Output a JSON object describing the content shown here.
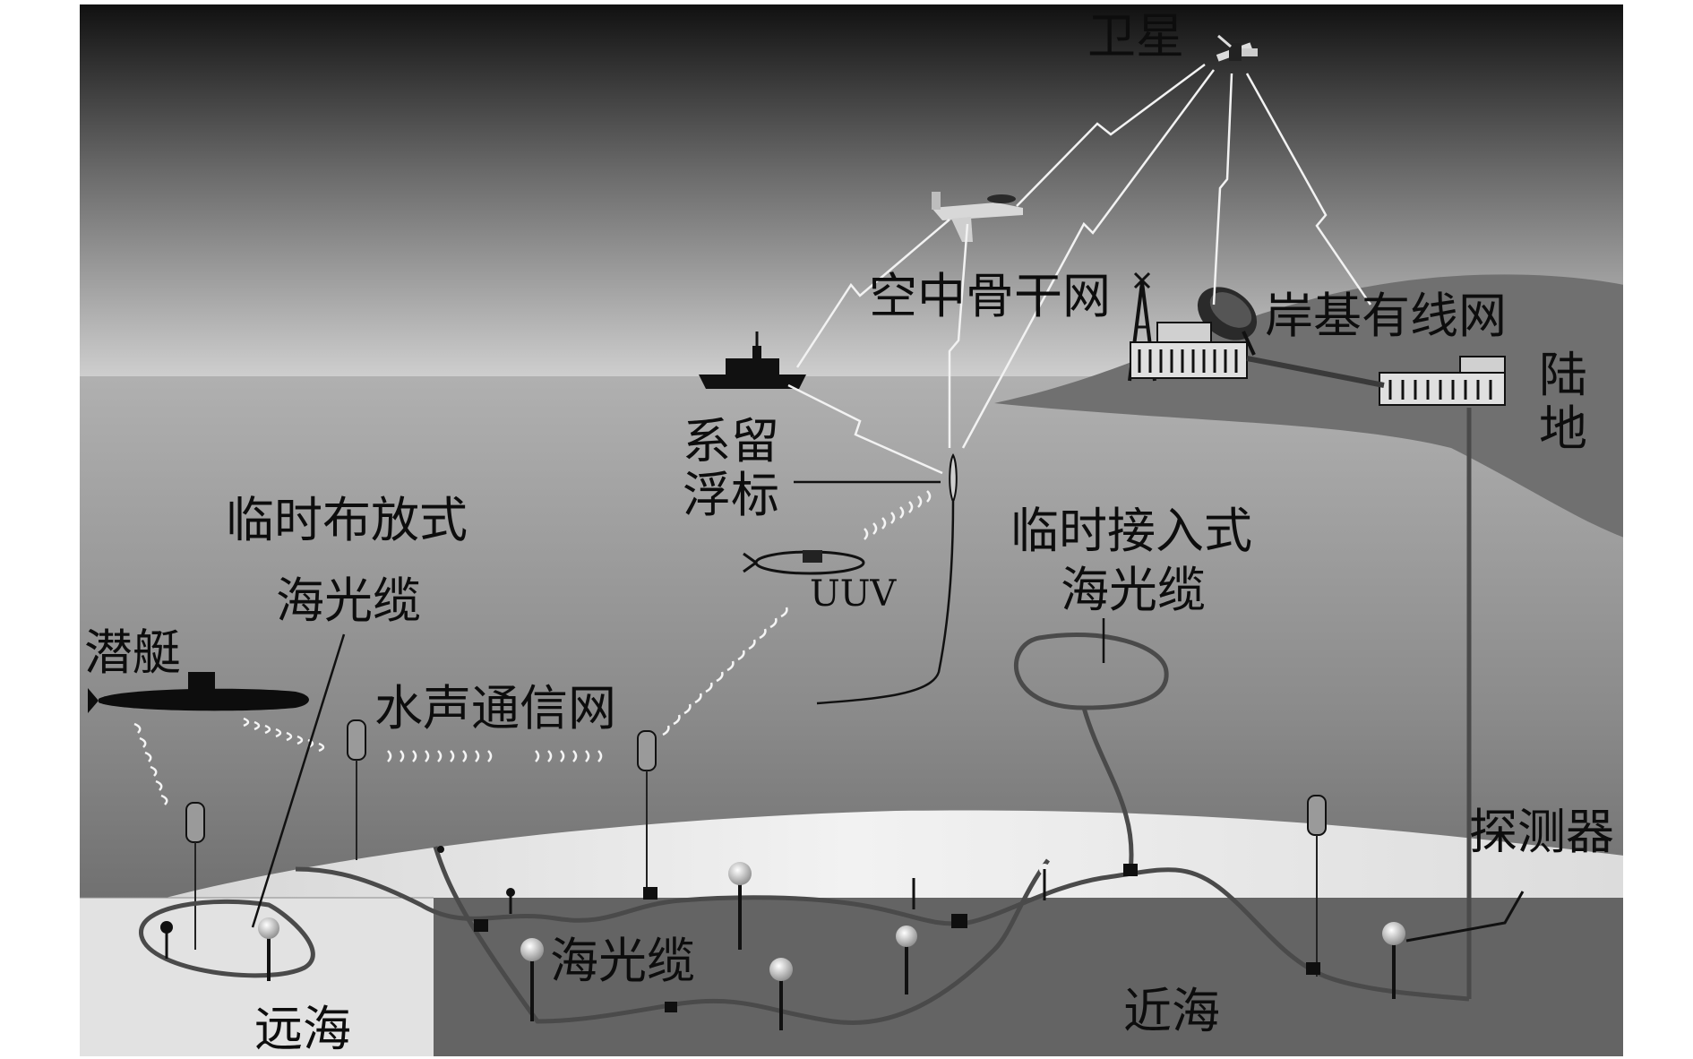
{
  "labels": {
    "satellite": "卫星",
    "air_backbone": "空中骨干网",
    "shore_wired": "岸基有线网",
    "land_line1": "陆",
    "land_line2": "地",
    "moored_buoy_line1": "系留",
    "moored_buoy_line2": "浮标",
    "temp_deploy_line1": "临时布放式",
    "temp_deploy_line2": "海光缆",
    "temp_access_line1": "临时接入式",
    "temp_access_line2": "海光缆",
    "submarine": "潜艇",
    "uuv": "UUV",
    "acoustic_net": "水声通信网",
    "detector": "探测器",
    "sea_cable": "海光缆",
    "far_sea": "远海",
    "near_sea": "近海"
  },
  "colors": {
    "sky_top": "#141414",
    "sky_bottom": "#c8c8c8",
    "sea_top": "#a9a9a9",
    "sea_bottom": "#5e5e5e",
    "land": "#6e6e6e",
    "seafloor_light": "#e9e9e9",
    "seafloor_dark": "#616161",
    "cable": "#4f4f4f",
    "link": "#f2f2f2"
  }
}
